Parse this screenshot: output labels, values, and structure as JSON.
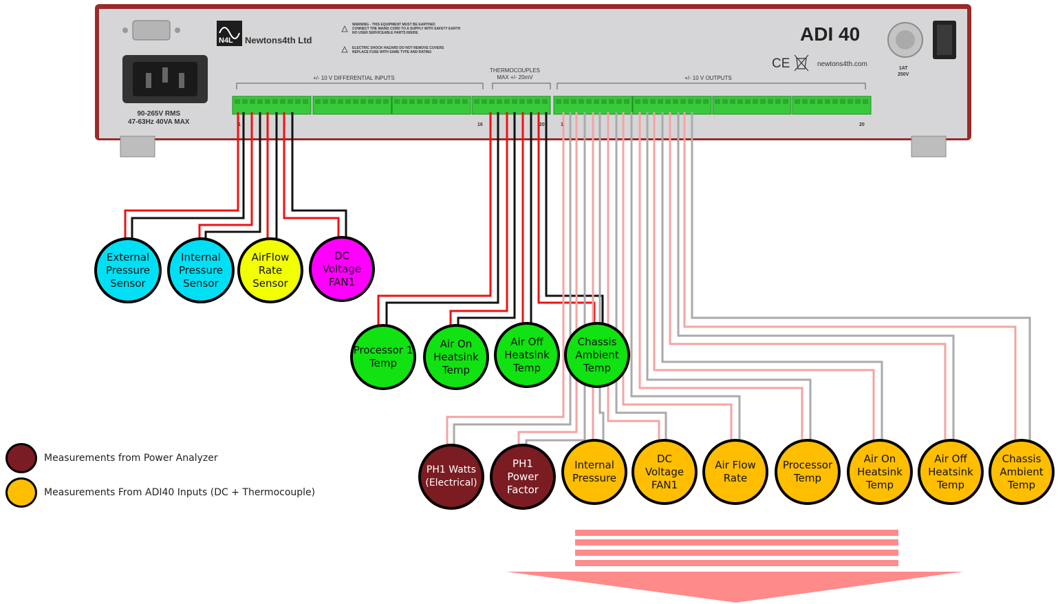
{
  "device": {
    "brand": "Newtons4th Ltd",
    "logo_text": "N4L",
    "model": "ADI 40",
    "website": "newtons4th.com",
    "ce_mark": "CE",
    "power_rating": "90-265V RMS\n47-63Hz 40VA MAX",
    "fuse_rating": "1AT\n250V",
    "warning_1": "WARNING - THIS EQUIPMENT MUST BE EARTHED\nCONNECT THE MAINS CORD TO A SUPPLY WITH SAFETY EARTH\nNO USER SERVICEABLE PARTS INSIDE",
    "warning_2": "ELECTRIC SHOCK HAZARD DO NOT REMOVE COVERS\nREPLACE FUSE WITH SAME TYPE AND RATING",
    "diff_inputs_label": "+/- 10 V DIFFERENTIAL INPUTS",
    "thermo_label": "THERMOCOUPLES\nMAX +/- 20mV",
    "outputs_label": "+/- 10 V OUTPUTS",
    "inputs_pin_first": "1",
    "inputs_pin_16": "16",
    "inputs_pin_20": "20",
    "outputs_pin_first": "1",
    "outputs_pin_last": "20"
  },
  "sensors": [
    {
      "label": "External\nPressure\nSensor",
      "color": "#00e0f5"
    },
    {
      "label": "Internal\nPressure\nSensor",
      "color": "#00e0f5"
    },
    {
      "label": "AirFlow\nRate\nSensor",
      "color": "#f2ff00"
    },
    {
      "label": "DC\nVoltage\nFAN1",
      "color": "#ff00ff"
    }
  ],
  "thermocouples": [
    {
      "label": "Processor 1\nTemp",
      "color": "#11e211"
    },
    {
      "label": "Air On\nHeatsink\nTemp",
      "color": "#11e211"
    },
    {
      "label": "Air Off\nHeatsink\nTemp",
      "color": "#11e211"
    },
    {
      "label": "Chassis\nAmbient\nTemp",
      "color": "#11e211"
    }
  ],
  "measurements": [
    {
      "label": "PH1 Watts\n(Electrical)",
      "color": "#7a1c22"
    },
    {
      "label": "PH1\nPower\nFactor",
      "color": "#7a1c22"
    },
    {
      "label": "Internal\nPressure",
      "color": "#ffbe00"
    },
    {
      "label": "DC\nVoltage\nFAN1",
      "color": "#ffbe00"
    },
    {
      "label": "Air Flow\nRate",
      "color": "#ffbe00"
    },
    {
      "label": "Processor\nTemp",
      "color": "#ffbe00"
    },
    {
      "label": "Air On\nHeatsink\nTemp",
      "color": "#ffbe00"
    },
    {
      "label": "Air Off\nHeatsink\nTemp",
      "color": "#ffbe00"
    },
    {
      "label": "Chassis\nAmbient\nTemp",
      "color": "#ffbe00"
    }
  ],
  "legend": [
    {
      "label": "Measurements from Power Analyzer",
      "color": "#7a1c22"
    },
    {
      "label": "Measurements From ADI40 Inputs (DC + Thermocouple)",
      "color": "#ffbe00"
    }
  ],
  "colors": {
    "panel": "#d6d6d8",
    "frame": "#9b2a2a",
    "terminal": "#37c93a",
    "wire_red": "#ee1111",
    "wire_black": "#111111",
    "out_red": "#f5a3a3",
    "out_grey": "#aaaaaa",
    "arrow": "#ff8a8a"
  }
}
